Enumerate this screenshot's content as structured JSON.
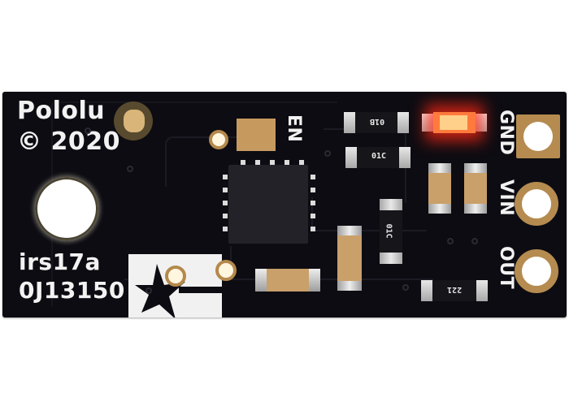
{
  "product": {
    "brand": "Pololu",
    "copyright": "© 2020",
    "model_code": "irs17a",
    "serial": "0J13150"
  },
  "pins": [
    {
      "label": "GND",
      "shape": "square"
    },
    {
      "label": "VIN",
      "shape": "round"
    },
    {
      "label": "OUT",
      "shape": "round"
    }
  ],
  "enable_label": "EN",
  "components": {
    "resistors": [
      {
        "marking": "01B",
        "orientation": "horizontal"
      },
      {
        "marking": "01C",
        "orientation": "horizontal"
      },
      {
        "marking": "01C",
        "orientation": "vertical"
      },
      {
        "marking": "221",
        "orientation": "horizontal"
      }
    ],
    "led": {
      "color": "red",
      "state": "on"
    },
    "ic": {
      "package": "QFN"
    }
  },
  "colors": {
    "pcb": "#0d0c12",
    "silkscreen": "#f2f2f2",
    "gold": "#b58b50",
    "led_glow": "#ff3a20",
    "background": "#ffffff"
  }
}
